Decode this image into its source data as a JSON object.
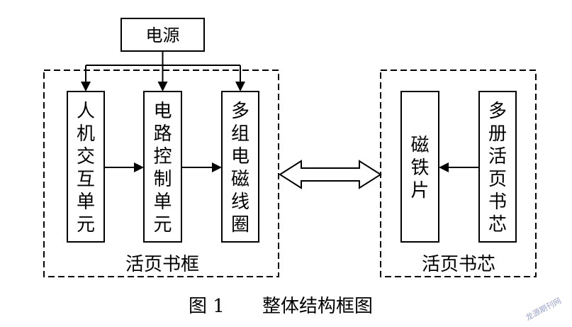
{
  "power": {
    "label": "电源"
  },
  "frame_group": {
    "label": "活页书框",
    "units": [
      {
        "key": "hci",
        "label": "人机交互单元"
      },
      {
        "key": "circuit",
        "label": "电路控制单元"
      },
      {
        "key": "coils",
        "label": "多组电磁线圈"
      }
    ]
  },
  "core_group": {
    "label": "活页书芯",
    "units": [
      {
        "key": "magnet",
        "label": "磁铁片"
      },
      {
        "key": "pages",
        "label": "多册活页书芯"
      }
    ]
  },
  "caption": {
    "figure_no": "图 1",
    "title": "整体结构框图"
  },
  "watermark": "龙源期刊网"
}
